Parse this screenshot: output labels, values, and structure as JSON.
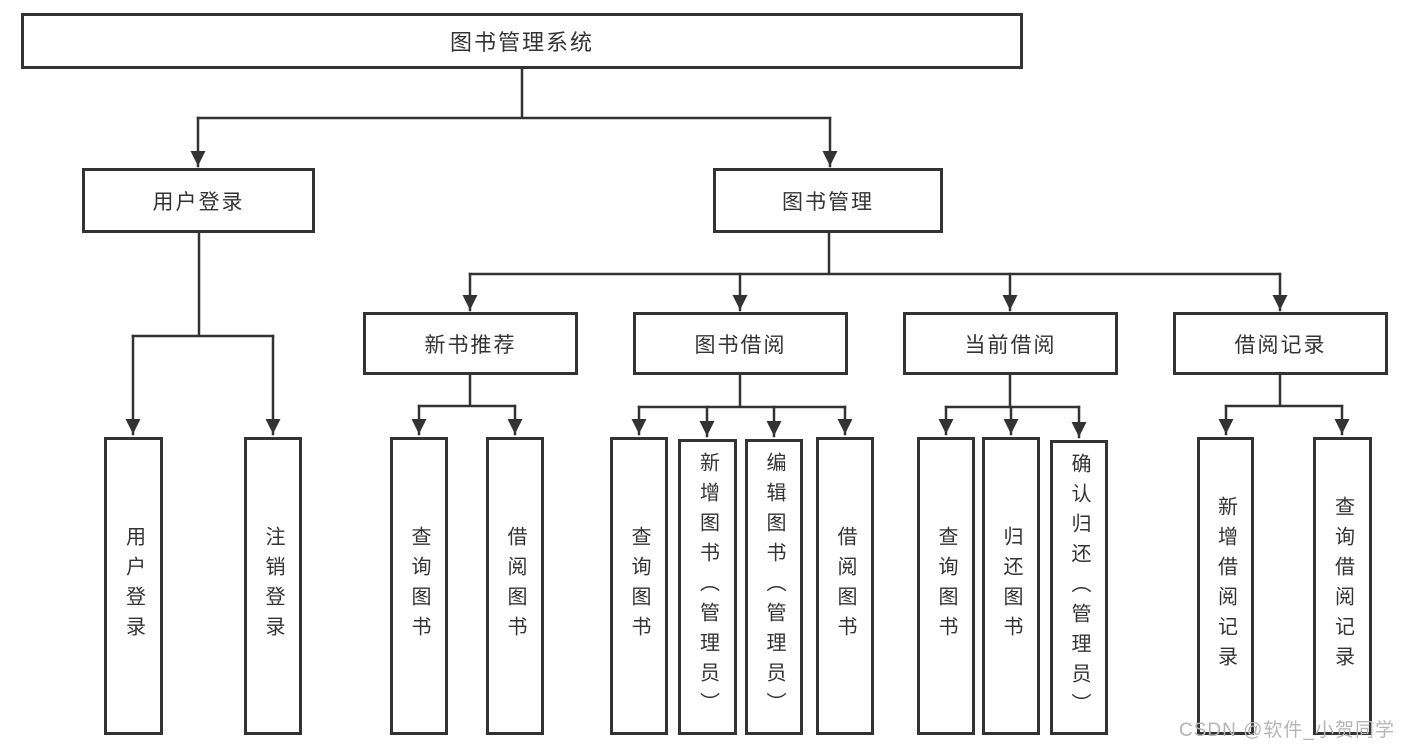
{
  "diagram": {
    "title": "图书管理系统",
    "watermark": "CSDN @软件_小贺同学",
    "colors": {
      "line": "#333333",
      "text": "#333333",
      "box_fill": "#ffffff",
      "watermark": "#b5b5b5"
    },
    "tree": {
      "root": {
        "label": "图书管理系统"
      },
      "level2": [
        {
          "label": "用户登录"
        },
        {
          "label": "图书管理"
        }
      ],
      "level3": [
        {
          "label": "新书推荐"
        },
        {
          "label": "图书借阅"
        },
        {
          "label": "当前借阅"
        },
        {
          "label": "借阅记录"
        }
      ],
      "leaves": {
        "user_login": [
          "用户登录",
          "注销登录"
        ],
        "new_book_recommend": [
          "查询图书",
          "借阅图书"
        ],
        "book_borrow": [
          "查询图书",
          "新增图书（管理员）",
          "编辑图书（管理员）",
          "借阅图书"
        ],
        "current_borrow": [
          "查询图书",
          "归还图书",
          "确认归还（管理员）"
        ],
        "borrow_records": [
          "新增借阅记录",
          "查询借阅记录"
        ]
      }
    }
  }
}
